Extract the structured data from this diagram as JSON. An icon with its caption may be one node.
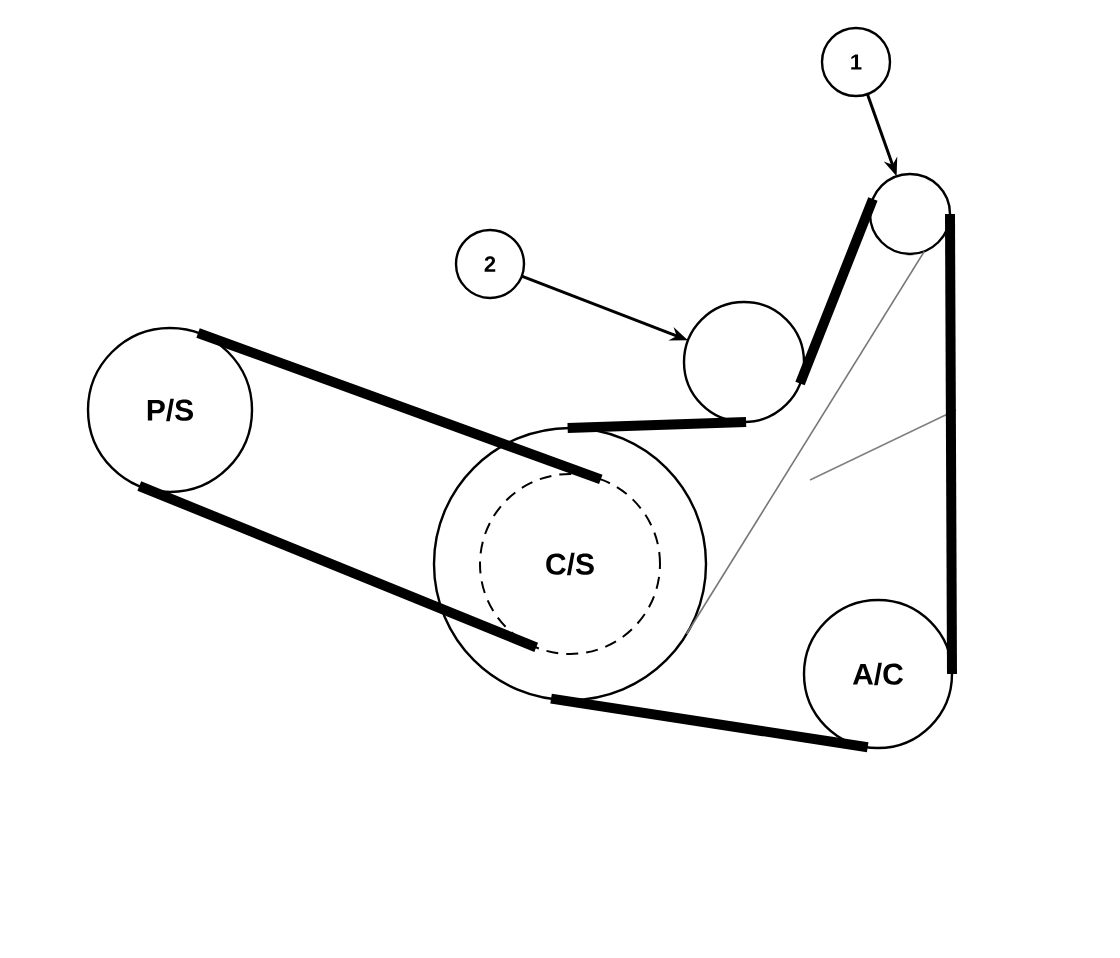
{
  "diagram": {
    "nodes": [
      {
        "text": [
          "1"
        ]
      },
      {
        "text": [],
        "shape": "circle"
      },
      {
        "text": [
          "2"
        ]
      },
      {
        "text": [],
        "shape": "circle"
      },
      {
        "text": [
          "P/S"
        ]
      },
      {
        "text": [
          "C/S"
        ]
      },
      {
        "text": [
          "A/C"
        ]
      }
    ],
    "edges": [
      {
        "from": 0,
        "to": 1,
        "arrow": "to"
      },
      {
        "from": 2,
        "to": 3,
        "arrow": "to"
      },
      {
        "from": 4,
        "to": 5,
        "arrow": "none"
      },
      {
        "from": 4,
        "to": 5,
        "arrow": "none"
      },
      {
        "from": 5,
        "to": 3,
        "arrow": "none"
      },
      {
        "from": 3,
        "to": 1,
        "arrow": "none"
      },
      {
        "from": 1,
        "to": 6,
        "arrow": "none"
      },
      {
        "from": 6,
        "to": 5,
        "arrow": "none"
      },
      {
        "from": 1,
        "to": 5,
        "arrow": "none",
        "color": "#777777"
      }
    ]
  }
}
